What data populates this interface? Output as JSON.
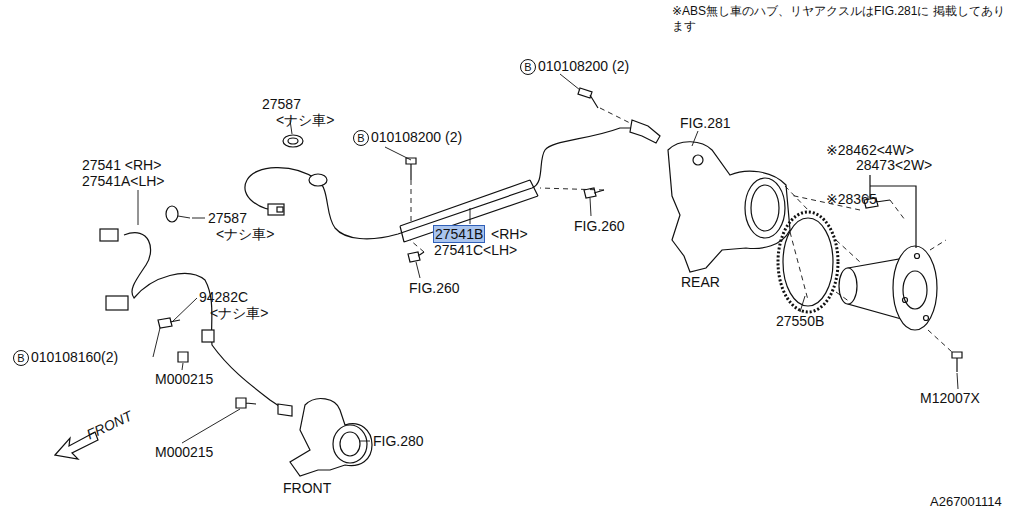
{
  "diagram": {
    "labels": [
      "※ABS無し車のハブ、リヤアクスルはFIG.281に 掲載してあります",
      "B",
      "010108200 (2)",
      "FIG.281",
      "27587",
      "<ナシ車>",
      "B",
      "010108200 (2)",
      "※28462<4W>",
      "28473<2W>",
      "27541 <RH>",
      "27541A<LH>",
      "27541B",
      "<RH>",
      "27541C<LH>",
      "※28365",
      "FIG.260",
      "27587",
      "<ナシ車>",
      "FIG.260",
      "REAR",
      "94282C",
      "<ナシ車>",
      "B",
      "010108160(2)",
      "M000215",
      "M000215",
      "FIG.280",
      "FRONT",
      "FRONT",
      "27550B",
      "M12007X",
      "A267001114"
    ]
  }
}
